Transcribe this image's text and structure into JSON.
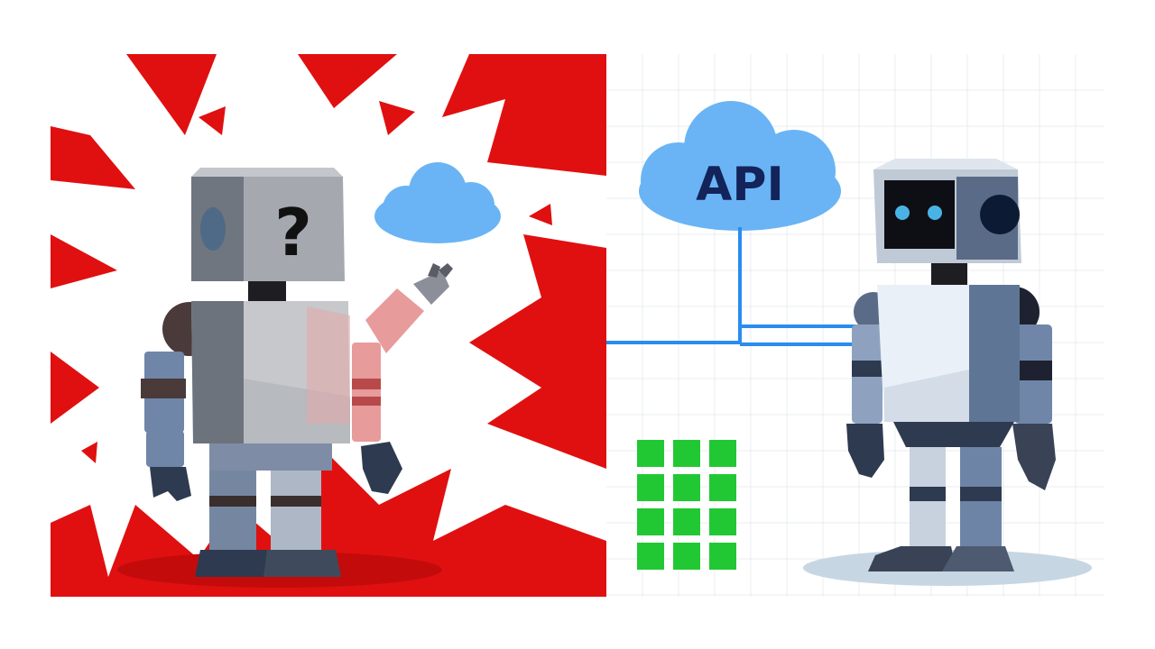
{
  "left_panel": {
    "bg_color": "#e01010",
    "head_symbol": "?",
    "cloud_color": "#6ab4f5"
  },
  "right_panel": {
    "cloud_label": "API",
    "cloud_color": "#6ab4f5",
    "wire_color": "#2a8cf0",
    "grid_color": "#22c833",
    "grid_rows": 4,
    "grid_cols": 3
  }
}
